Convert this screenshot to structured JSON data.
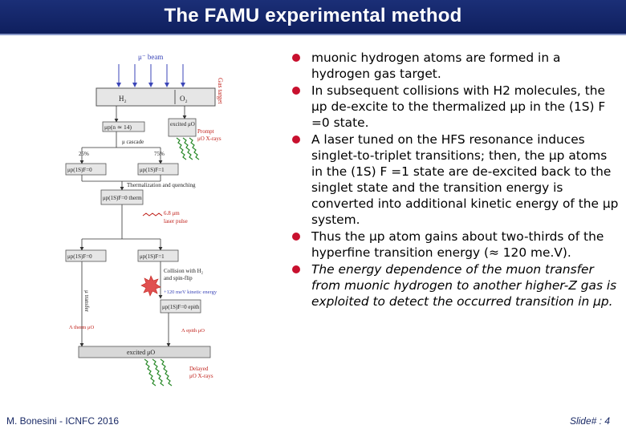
{
  "slide": {
    "title": "The FAMU experimental method",
    "footer_left": "M. Bonesini - ICNFC 2016",
    "footer_right": "Slide# : 4"
  },
  "bullets": [
    {
      "text": "muonic hydrogen atoms are formed in a hydrogen gas target.",
      "italic": false
    },
    {
      "text": "In subsequent collisions with H2 molecules, the μp de-excite to the thermalized μp in the (1S) F =0 state.",
      "italic": false
    },
    {
      "text": "A laser tuned on the HFS resonance induces singlet-to-triplet transitions; then, the μp atoms in the (1S) F =1 state are de-excited back to the singlet state and the transition energy is converted into additional kinetic energy of the μp system.",
      "italic": false
    },
    {
      "text": "Thus the μp atom gains about two-thirds of the hyperfine transition energy (≈ 120 me.V).",
      "italic": false
    },
    {
      "text": "The energy dependence of the muon transfer from muonic hydrogen to another higher-Z gas is exploited to detect the occurred transition in μp.",
      "italic": true
    }
  ],
  "diagram": {
    "beam": "μ⁻ beam",
    "gas_target": "Gas target",
    "h2": "H₂",
    "o2": "O₂",
    "formation": "μp(n ≃ 14)",
    "excited_muo": "excited μO",
    "cascade": "μ cascade",
    "prompt": "Prompt",
    "prompt_xrays": "μO X-rays",
    "pct_25": "25%",
    "pct_75": "75%",
    "f0": "μp(1S)F=0",
    "f1": "μp(1S)F=1",
    "thermalization": "Thermalization and quenching",
    "therm": "μp(1S)F=0 therm",
    "laser_wavelength": "6.8 μm",
    "laser_pulse": "laser pulse",
    "f0_b": "μp(1S)F=0",
    "f1_b": "μp(1S)F=1",
    "collision_1": "Collision with H₂",
    "collision_2": "and spin-flip",
    "kinetic": "+120 meV kinetic energy",
    "epith": "μp(1S)F=0 epith",
    "mu_transfer": "μ transfer",
    "lambda_therm": "Λ therm μO",
    "lambda_epith": "Λ epith μO",
    "excited_muo_bottom": "excited μO",
    "delayed": "Delayed",
    "delayed_xrays": "μO X-rays"
  }
}
